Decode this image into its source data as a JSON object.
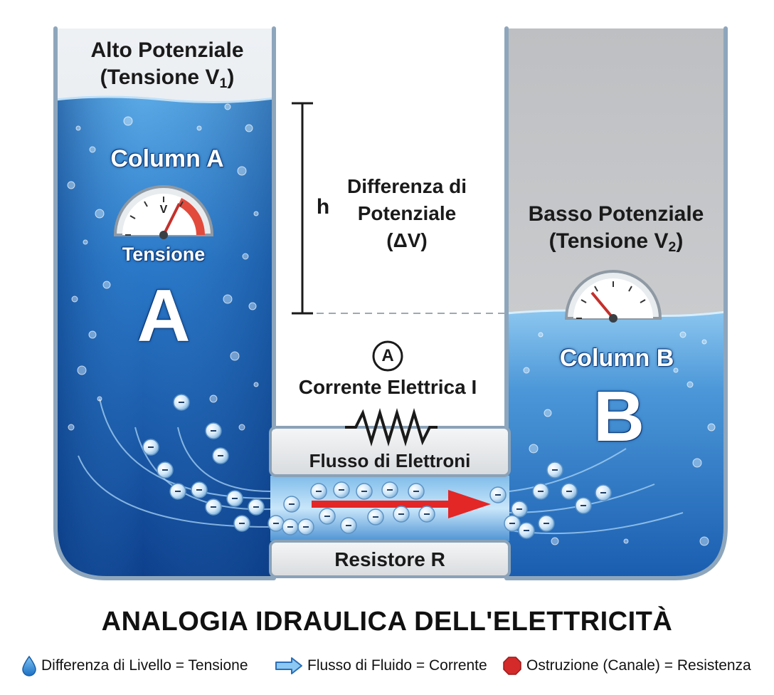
{
  "column_a": {
    "header_line1": "Alto Potenziale",
    "header_line2": "(Tensione V",
    "header_sub": "1",
    "header_close": ")",
    "name": "Column A",
    "gauge_letter": "V",
    "gauge_label": "Tensione",
    "big_letter": "A"
  },
  "column_b": {
    "header_line1": "Basso Potenziale",
    "header_line2": "(Tensione V",
    "header_sub": "2",
    "header_close": ")",
    "name": "Column B",
    "big_letter": "B"
  },
  "middle": {
    "h_label": "h",
    "diff_line1": "Differenza di",
    "diff_line2": "Potenziale",
    "diff_line3": "(ΔV)",
    "ammeter_symbol": "A",
    "current_label": "Corrente Elettrica I",
    "flow_label": "Flusso di Elettroni",
    "resistor_label": "Resistore R"
  },
  "title": "ANALOGIA IDRAULICA DELL'ELETTRICITÀ",
  "legend": {
    "item1": "Differenza di Livello = Tensione",
    "item2": "Flusso di Fluido = Corrente",
    "item3": "Ostruzione (Canale) = Resistenza"
  },
  "colors": {
    "water_dark": "#0b4a9e",
    "water_light": "#6fb6ea",
    "tank_frame": "#8aa2b8",
    "gray_fill": "#c8cacc",
    "arrow_red": "#e32626",
    "stop_red": "#d42a2a"
  }
}
